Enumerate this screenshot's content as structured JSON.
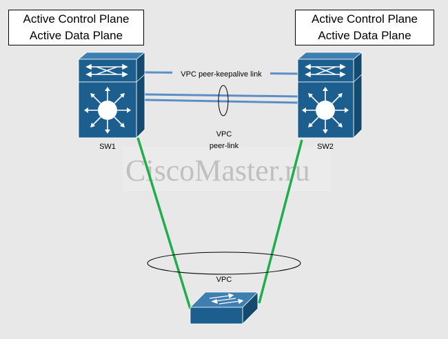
{
  "left_box": {
    "line1": "Active Control Plane",
    "line2": "Active Data Plane"
  },
  "right_box": {
    "line1": "Active Control Plane",
    "line2": "Active Data Plane"
  },
  "switches": {
    "sw1_label": "SW1",
    "sw2_label": "SW2"
  },
  "links": {
    "keepalive_label": "VPC peer-keepalive link",
    "peerlink_label_line1": "VPC",
    "peerlink_label_line2": "peer-link",
    "vpc_label": "VPC"
  },
  "watermark": "CiscoMaster.ru",
  "colors": {
    "background": "#e8e8e8",
    "switch_front": "#1c5f8e",
    "switch_top": "#3d7fb0",
    "switch_side": "#144a70",
    "peer_link": "#5b8ec7",
    "uplink": "#1fae4a",
    "watermark": "#c0c0c0"
  }
}
